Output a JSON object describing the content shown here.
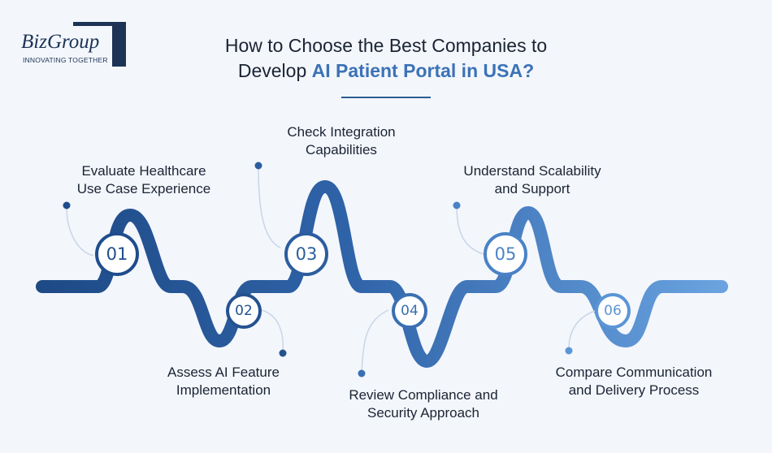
{
  "logo": {
    "name": "BizGroup",
    "tagline": "INNOVATING TOGETHER"
  },
  "title": {
    "line1": "How to Choose the Best Companies to",
    "line2_prefix": "Develop ",
    "line2_highlight": "AI Patient Portal in USA?"
  },
  "steps": [
    {
      "number": "01",
      "label_line1": "Evaluate Healthcare",
      "label_line2": "Use Case Experience",
      "color": "#1f4d8c"
    },
    {
      "number": "02",
      "label_line1": "Assess AI Feature",
      "label_line2": "Implementation",
      "color": "#24528f"
    },
    {
      "number": "03",
      "label_line1": "Check Integration",
      "label_line2": "Capabilities",
      "color": "#2c5d9e"
    },
    {
      "number": "04",
      "label_line1": "Review Compliance and",
      "label_line2": "Security Approach",
      "color": "#3a6fb3"
    },
    {
      "number": "05",
      "label_line1": "Understand Scalability",
      "label_line2": "and Support",
      "color": "#4a82c6"
    },
    {
      "number": "06",
      "label_line1": "Compare Communication",
      "label_line2": "and Delivery Process",
      "color": "#5b95d6"
    }
  ]
}
